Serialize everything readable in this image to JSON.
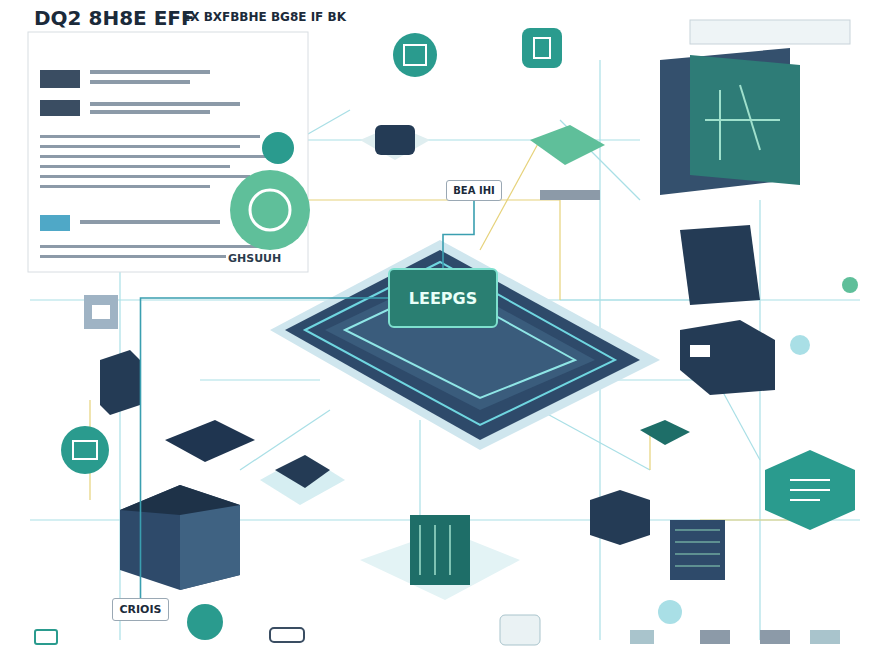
{
  "diagram": {
    "title": "DQ2 8H8E EFF",
    "nodes": [
      {
        "text": [
          "LEEPGS"
        ]
      },
      {
        "text": [
          "BEA IHI"
        ]
      },
      {
        "text": [
          "CRIOIS"
        ]
      }
    ],
    "edges": [
      {
        "from": 0,
        "to": 1,
        "arrow": "none"
      },
      {
        "from": 0,
        "to": 2,
        "arrow": "none"
      }
    ],
    "labels": [
      "EX BXFBBHE BG8E IF BK",
      "GHSUUH"
    ]
  }
}
